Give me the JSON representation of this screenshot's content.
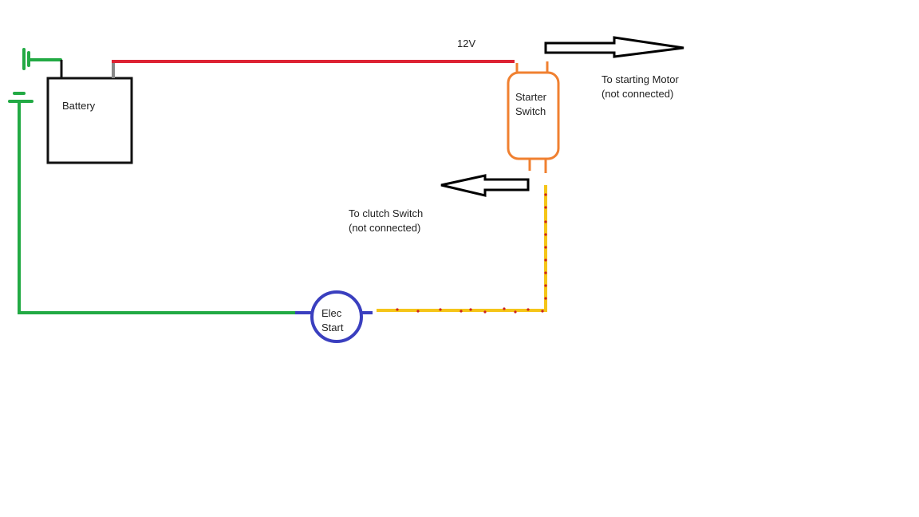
{
  "labels": {
    "voltage": "12V",
    "battery": "Battery",
    "starter_switch_line1": "Starter",
    "starter_switch_line2": "Switch",
    "starting_motor_line1": "To starting Motor",
    "starting_motor_line2": "(not connected)",
    "clutch_switch_line1": "To clutch Switch",
    "clutch_switch_line2": "(not connected)",
    "elec_start_line1": "Elec",
    "elec_start_line2": "Start"
  },
  "colors": {
    "ground_wire": "#22aa44",
    "positive_wire": "#dd2233",
    "battery_outline": "#111111",
    "battery_terminal_pos": "#888888",
    "starter_switch": "#f08030",
    "elec_start": "#3a3fbf",
    "signal_wire": "#f5c518",
    "signal_dots": "#cc2222",
    "arrows": "#000000"
  }
}
